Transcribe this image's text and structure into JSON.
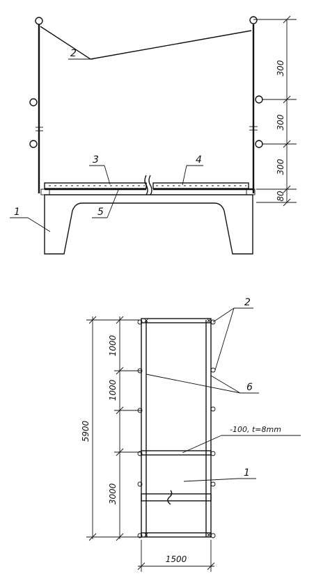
{
  "callouts": {
    "c1_top": "1",
    "c2_top": "2",
    "c3": "3",
    "c4": "4",
    "c5": "5",
    "c2_bottom": "2",
    "c6": "6",
    "c1_bottom": "1"
  },
  "dimensions": {
    "top_300_a": "300",
    "top_300_b": "300",
    "top_300_c": "300",
    "top_80": "80",
    "bottom_1000_a": "1000",
    "bottom_1000_b": "1000",
    "bottom_3000": "3000",
    "bottom_5900": "5900",
    "bottom_1500": "1500"
  },
  "plate_note": "-100, t=8mm"
}
